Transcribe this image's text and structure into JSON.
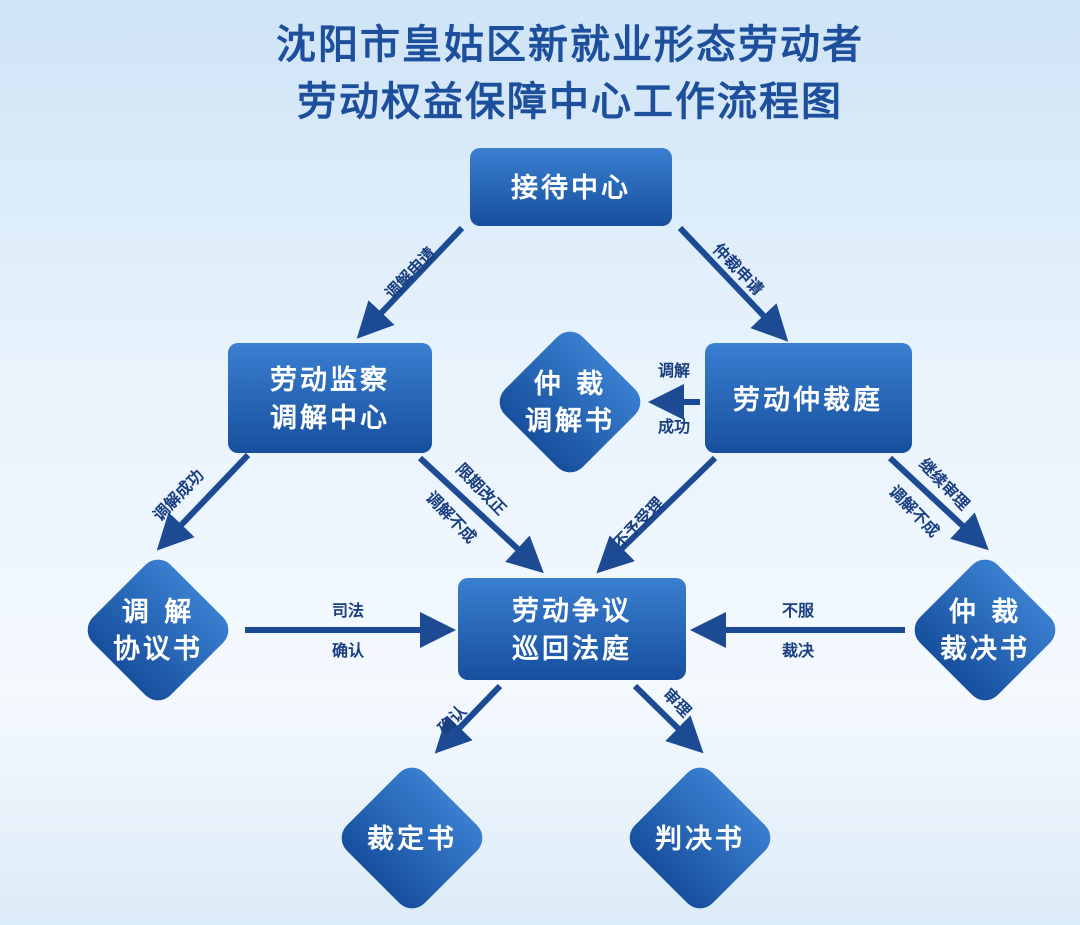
{
  "title": {
    "line1": "沈阳市皇姑区新就业形态劳动者",
    "line2": "劳动权益保障中心工作流程图"
  },
  "nodes": {
    "reception": "接待中心",
    "inspection": [
      "劳动监察",
      "调解中心"
    ],
    "arbitration_court": "劳动仲裁庭",
    "arbitration_mediation": [
      "仲 裁",
      "调解书"
    ],
    "mediation_agreement": [
      "调 解",
      "协议书"
    ],
    "circuit_court": [
      "劳动争议",
      "巡回法庭"
    ],
    "arbitration_award": [
      "仲 裁",
      "裁决书"
    ],
    "ruling": "裁定书",
    "judgment": "判决书"
  },
  "edges": {
    "mediation_apply": "调解申请",
    "arbitration_apply": "仲裁申请",
    "mediation_success_a": [
      "调解",
      "成功"
    ],
    "mediation_success_b": "调解成功",
    "rectify": "限期改正",
    "mediation_fail_a": "调解不成",
    "not_accepted": "不予受理",
    "continue_trial": "继续审理",
    "mediation_fail_b": "调解不成",
    "judicial_confirm": [
      "司法",
      "确认"
    ],
    "disagree_award": [
      "不服",
      "裁决"
    ],
    "confirm": "确认",
    "trial": "审理"
  },
  "colors": {
    "node": "#1f5fb0",
    "arrow": "#1c4a93",
    "title": "#1d4f9c"
  }
}
